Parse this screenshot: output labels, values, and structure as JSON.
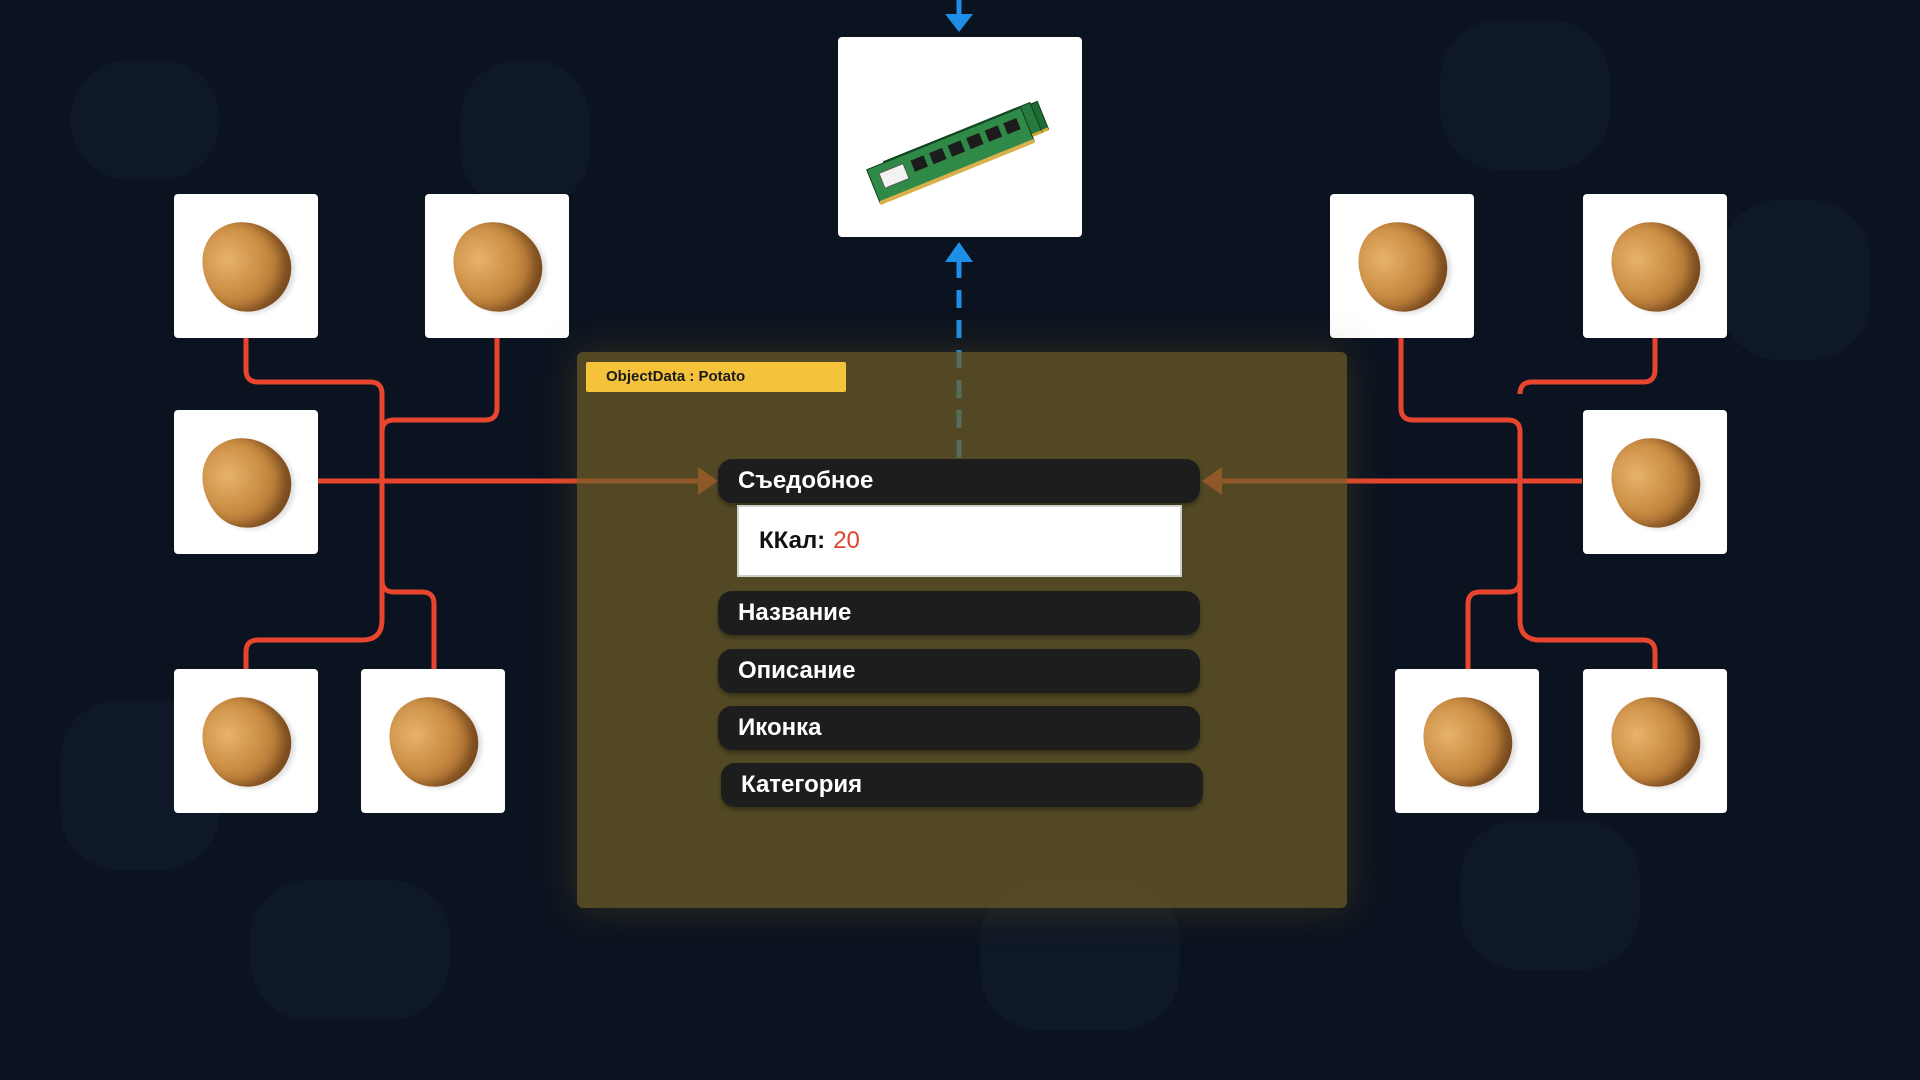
{
  "panel": {
    "tag": "ObjectData : Potato",
    "fields": [
      "Съедобное",
      "Название",
      "Описание",
      "Иконка",
      "Категория"
    ],
    "detail": {
      "label": "ККал:",
      "value": "20"
    }
  },
  "icons": {
    "item": "potato-icon",
    "memory": "ram-icon"
  },
  "colors": {
    "background": "#0b1320",
    "wire": "#e8452f",
    "memory_arrow": "#1e8fe6",
    "tag": "#f5c33b",
    "panel": "#6d5e26",
    "value": "#e0452a"
  }
}
